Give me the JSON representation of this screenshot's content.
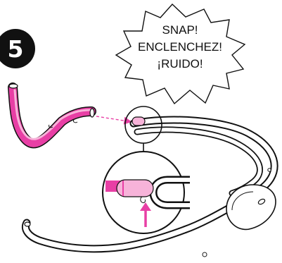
{
  "step": {
    "number": "5"
  },
  "callout": {
    "lines": [
      "SNAP!",
      "ENCLENCHEZ!",
      "¡RUIDO!"
    ]
  },
  "colors": {
    "accent": "#e83fa5",
    "accent_light": "#f7b3d9",
    "ink": "#111111",
    "background": "#ffffff"
  },
  "icons": {
    "direction_arrow": "arrow-up-icon",
    "insert_arrow": "arrow-left-icon"
  }
}
